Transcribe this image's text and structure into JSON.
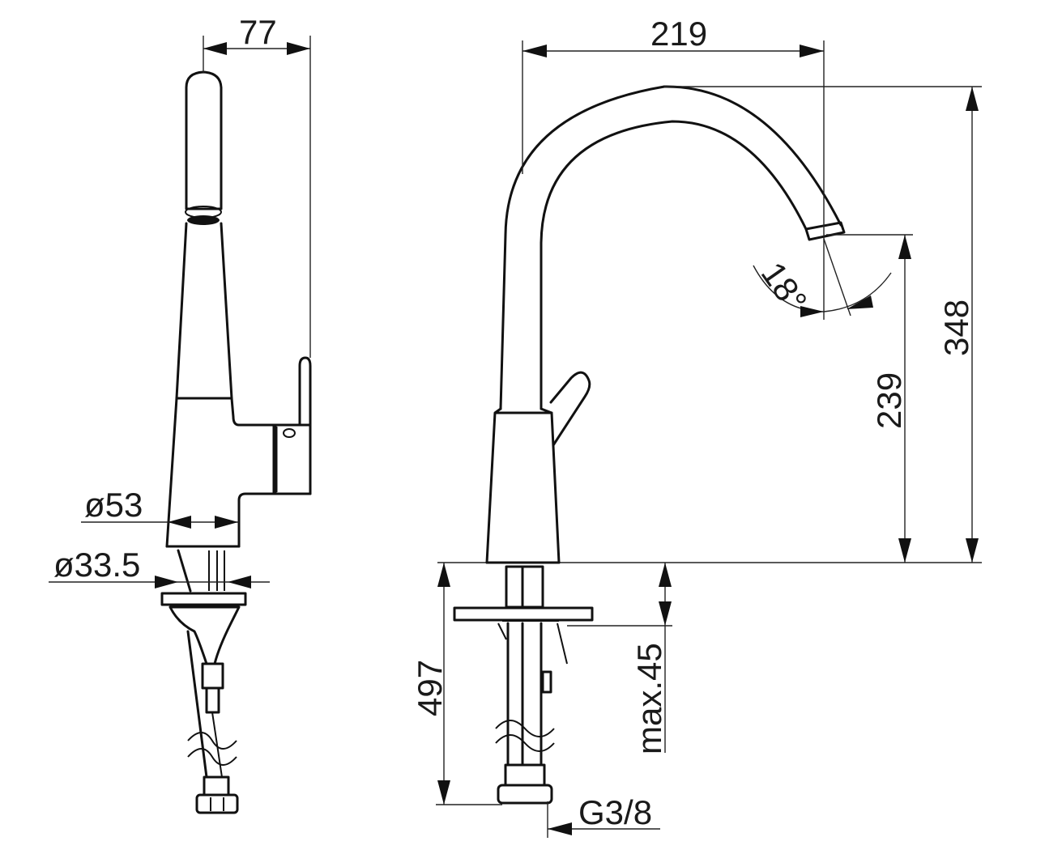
{
  "drawing": {
    "subject": "Kitchen faucet dimensional drawing",
    "views": [
      {
        "name": "side-view"
      },
      {
        "name": "front-view"
      }
    ]
  },
  "dimensions": {
    "side_depth": "77",
    "body_diameter": "ø53",
    "mounting_diameter": "ø33.5",
    "spout_reach": "219",
    "spout_angle": "18°",
    "spout_height": "239",
    "total_height": "348",
    "hose_length": "497",
    "max_counter_thickness": "max.45",
    "connection_thread": "G3/8"
  },
  "colors": {
    "line": "#111111",
    "background": "#ffffff"
  }
}
